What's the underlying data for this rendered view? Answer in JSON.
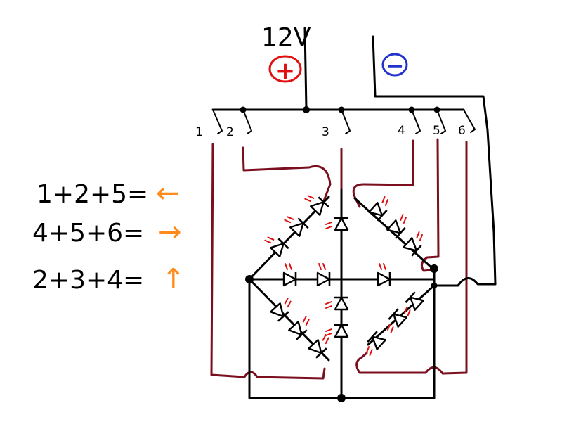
{
  "supply": {
    "voltage_label": "12V",
    "plus_symbol": "+",
    "minus_symbol": "−",
    "plus_color": "#e01010",
    "minus_color": "#2233cc"
  },
  "switches": [
    "1",
    "2",
    "3",
    "4",
    "5",
    "6"
  ],
  "legend": [
    {
      "formula": "1+2+5=",
      "arrow": "←",
      "arrow_color": "#ff8c1a"
    },
    {
      "formula": "4+5+6=",
      "arrow": "→",
      "arrow_color": "#ff8c1a"
    },
    {
      "formula": "2+3+4=",
      "arrow": "↑",
      "arrow_color": "#ff8c1a"
    }
  ],
  "colors": {
    "wire": "#000000",
    "switch_wire": "#7a0f1e",
    "led_mark": "#e01010"
  }
}
